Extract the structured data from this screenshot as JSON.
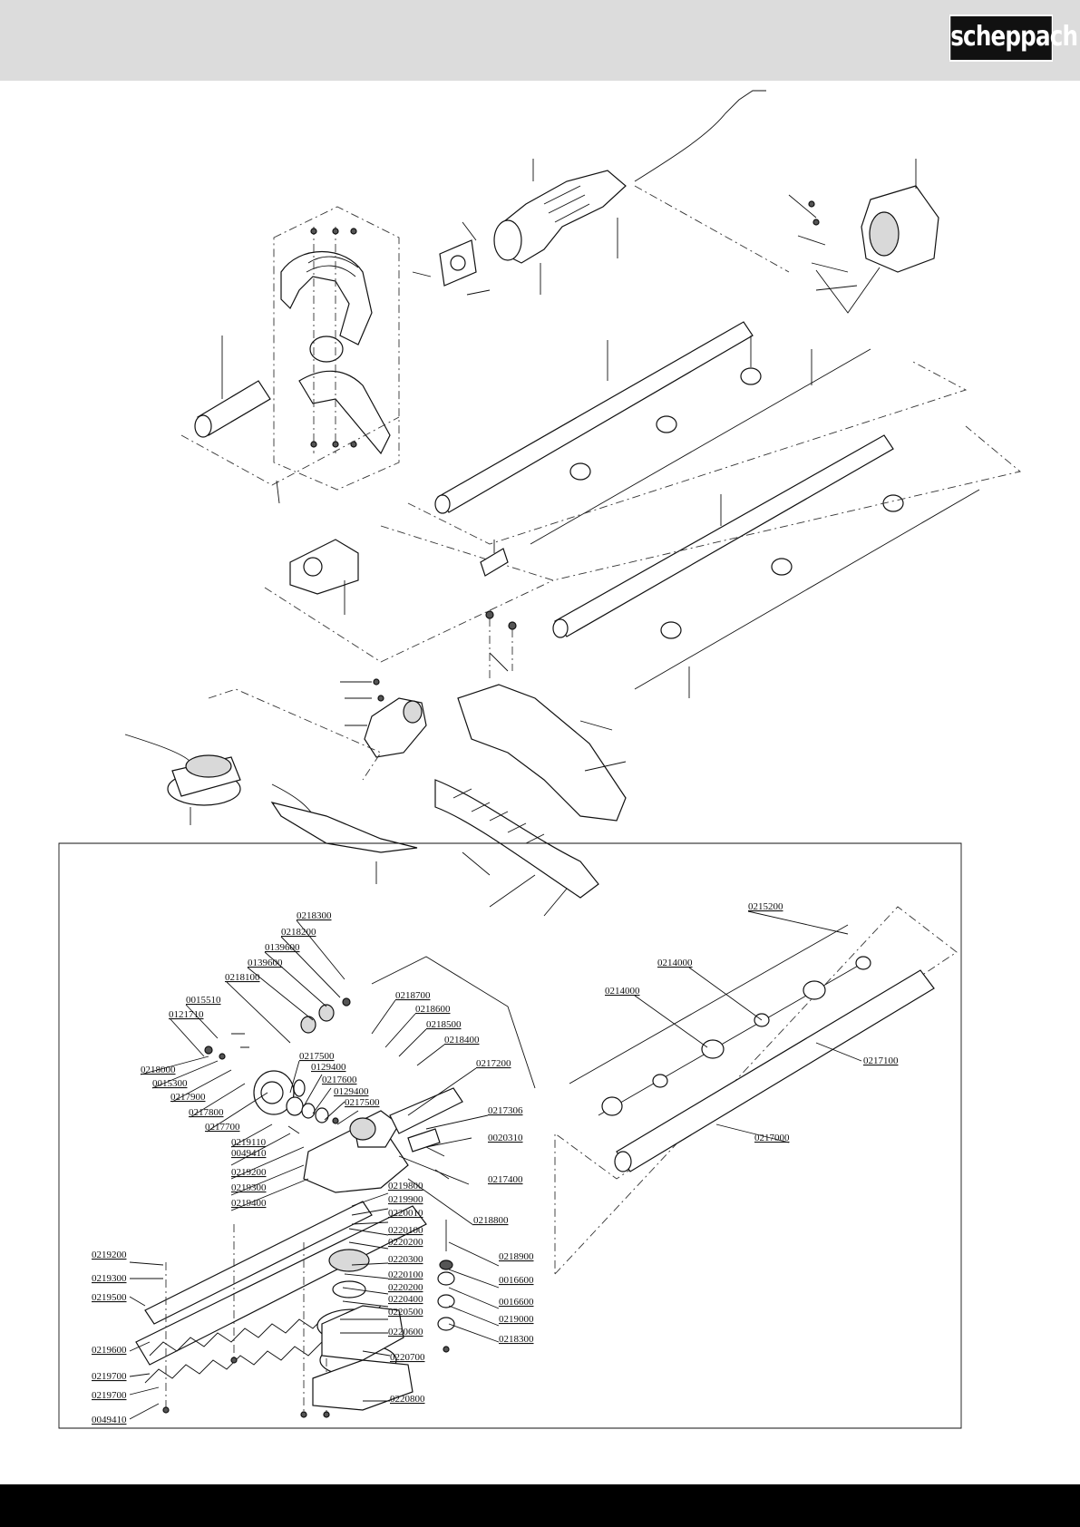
{
  "header": {
    "brand": "scheppach"
  },
  "lower_left_labels": [
    "0218300",
    "0218200",
    "0139600",
    "0139600",
    "0218100",
    "0015510",
    "0121710",
    "0218000",
    "0015300",
    "0217900",
    "0217800",
    "0217700",
    "0219110",
    "0049410",
    "0219200",
    "0219300",
    "0219400",
    "0218700",
    "0218600",
    "0218500",
    "0218400",
    "0217500",
    "0129400",
    "0217600",
    "0129400",
    "0217500",
    "0217200",
    "0217306",
    "0020310",
    "0217400",
    "0218800",
    "0219800",
    "0219900",
    "0220010",
    "0220100",
    "0220200",
    "0220300",
    "0220100",
    "0220200",
    "0220400",
    "0220500",
    "0220600",
    "0220700",
    "0220800",
    "0218900",
    "0016600",
    "0016600",
    "0219000",
    "0218300",
    "0219200",
    "0219300",
    "0219500",
    "0219600",
    "0219700",
    "0219700",
    "0049410"
  ],
  "lower_right_labels": [
    "0215200",
    "0214000",
    "0214000",
    "0217100",
    "0217000"
  ],
  "colors": {
    "header_bg": "#dcdcdc",
    "footer_bg": "#000000",
    "logo_bg": "#111111"
  }
}
